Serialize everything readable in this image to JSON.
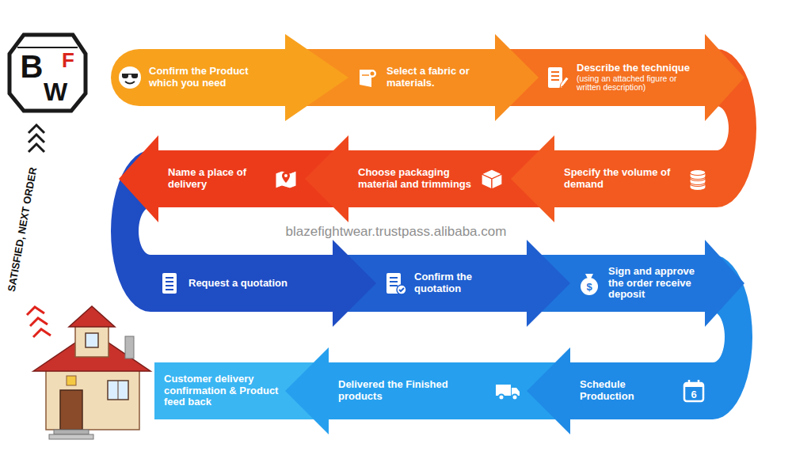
{
  "diagram": {
    "nodes": [
      {
        "text": [
          "Confirm the Product which you need"
        ]
      },
      {
        "text": [
          "Select a fabric or materials."
        ]
      },
      {
        "text": [
          "Describe the technique",
          "(using an attached figure or written description)"
        ]
      },
      {
        "text": [
          "Specify the volume of demand"
        ]
      },
      {
        "text": [
          "Choose packaging material and trimmings"
        ]
      },
      {
        "text": [
          "Name a place of delivery"
        ]
      },
      {
        "text": [
          "Request a quotation"
        ]
      },
      {
        "text": [
          "Confirm the quotation"
        ]
      },
      {
        "text": [
          "Sign and approve the order receive deposit"
        ]
      },
      {
        "text": [
          "Schedule Production"
        ]
      },
      {
        "text": [
          "Delivered the Finished products"
        ]
      },
      {
        "text": [
          "Customer delivery confirmation & Product feed back"
        ]
      }
    ],
    "edges": [
      {
        "from": 0,
        "to": 1,
        "arrow": "to"
      },
      {
        "from": 1,
        "to": 2,
        "arrow": "to"
      },
      {
        "from": 2,
        "to": 3,
        "arrow": "to"
      },
      {
        "from": 3,
        "to": 4,
        "arrow": "to"
      },
      {
        "from": 4,
        "to": 5,
        "arrow": "to"
      },
      {
        "from": 5,
        "to": 6,
        "arrow": "to"
      },
      {
        "from": 6,
        "to": 7,
        "arrow": "to"
      },
      {
        "from": 7,
        "to": 8,
        "arrow": "to"
      },
      {
        "from": 8,
        "to": 9,
        "arrow": "to"
      },
      {
        "from": 9,
        "to": 10,
        "arrow": "to"
      },
      {
        "from": 10,
        "to": 11,
        "arrow": "to"
      }
    ],
    "labels": [
      "blazefightwear.trustpass.alibaba.com",
      "SATISFIED, NEXT ORDER",
      "B",
      "F",
      "W",
      "$",
      "6"
    ]
  }
}
